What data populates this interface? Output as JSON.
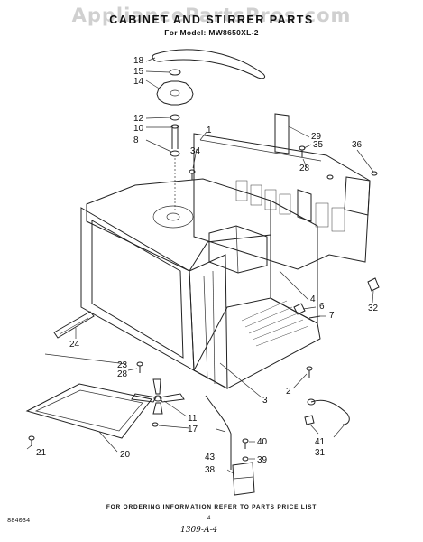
{
  "header": {
    "watermark": "AppliancePartsPros.com",
    "title": "CABINET AND STIRRER PARTS",
    "subtitle": "For Model: MW8650XL-2"
  },
  "footer": {
    "ordering_note": "FOR ORDERING INFORMATION REFER TO PARTS PRICE LIST",
    "figure_code": "884034",
    "page_mark": "4",
    "handwritten_code": "1309-A-4"
  },
  "callouts": [
    "18",
    "15",
    "14",
    "12",
    "10",
    "8",
    "34",
    "29",
    "35",
    "36",
    "28",
    "1",
    "4",
    "6",
    "7",
    "32",
    "24",
    "23",
    "28",
    "3",
    "2",
    "11",
    "17",
    "21",
    "20",
    "40",
    "39",
    "43",
    "38",
    "41",
    "31"
  ]
}
